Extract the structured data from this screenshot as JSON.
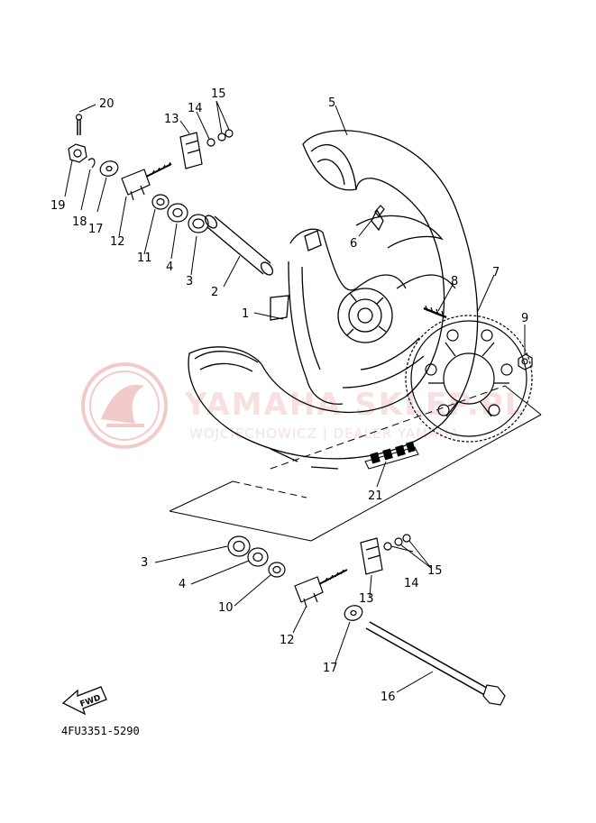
{
  "diagram_code": "4FU3351-5290",
  "fwd_label": "FWD",
  "watermark": {
    "title": "YAMAHA SKLEP.PL",
    "subtitle": "WOJCIECHOWICZ | DEALER YAMAHA",
    "color": "#e8a0a0"
  },
  "parts": [
    {
      "id": "p1",
      "label": "1",
      "name": "cast wheel hub"
    },
    {
      "id": "p2",
      "label": "2",
      "name": "collar"
    },
    {
      "id": "p3a",
      "label": "3",
      "name": "bearing"
    },
    {
      "id": "p3b",
      "label": "3",
      "name": "bearing"
    },
    {
      "id": "p4a",
      "label": "4",
      "name": "oil seal"
    },
    {
      "id": "p4b",
      "label": "4",
      "name": "oil seal"
    },
    {
      "id": "p5",
      "label": "5",
      "name": "tire"
    },
    {
      "id": "p6",
      "label": "6",
      "name": "valve"
    },
    {
      "id": "p7",
      "label": "7",
      "name": "sprocket"
    },
    {
      "id": "p8",
      "label": "8",
      "name": "stud bolt"
    },
    {
      "id": "p9",
      "label": "9",
      "name": "nut"
    },
    {
      "id": "p10",
      "label": "10",
      "name": "collar"
    },
    {
      "id": "p11",
      "label": "11",
      "name": "collar"
    },
    {
      "id": "p12a",
      "label": "12",
      "name": "chain puller"
    },
    {
      "id": "p12b",
      "label": "12",
      "name": "chain puller"
    },
    {
      "id": "p13a",
      "label": "13",
      "name": "puller block"
    },
    {
      "id": "p13b",
      "label": "13",
      "name": "puller block"
    },
    {
      "id": "p14a",
      "label": "14",
      "name": "washer"
    },
    {
      "id": "p14b",
      "label": "14",
      "name": "washer"
    },
    {
      "id": "p15a",
      "label": "15",
      "name": "nut"
    },
    {
      "id": "p15b",
      "label": "15",
      "name": "nut"
    },
    {
      "id": "p16",
      "label": "16",
      "name": "wheel axle"
    },
    {
      "id": "p17a",
      "label": "17",
      "name": "washer"
    },
    {
      "id": "p17b",
      "label": "17",
      "name": "washer"
    },
    {
      "id": "p18",
      "label": "18",
      "name": "cotter pin"
    },
    {
      "id": "p19",
      "label": "19",
      "name": "axle nut"
    },
    {
      "id": "p20",
      "label": "20",
      "name": "cotter pin"
    },
    {
      "id": "p21",
      "label": "21",
      "name": "drive chain"
    }
  ]
}
